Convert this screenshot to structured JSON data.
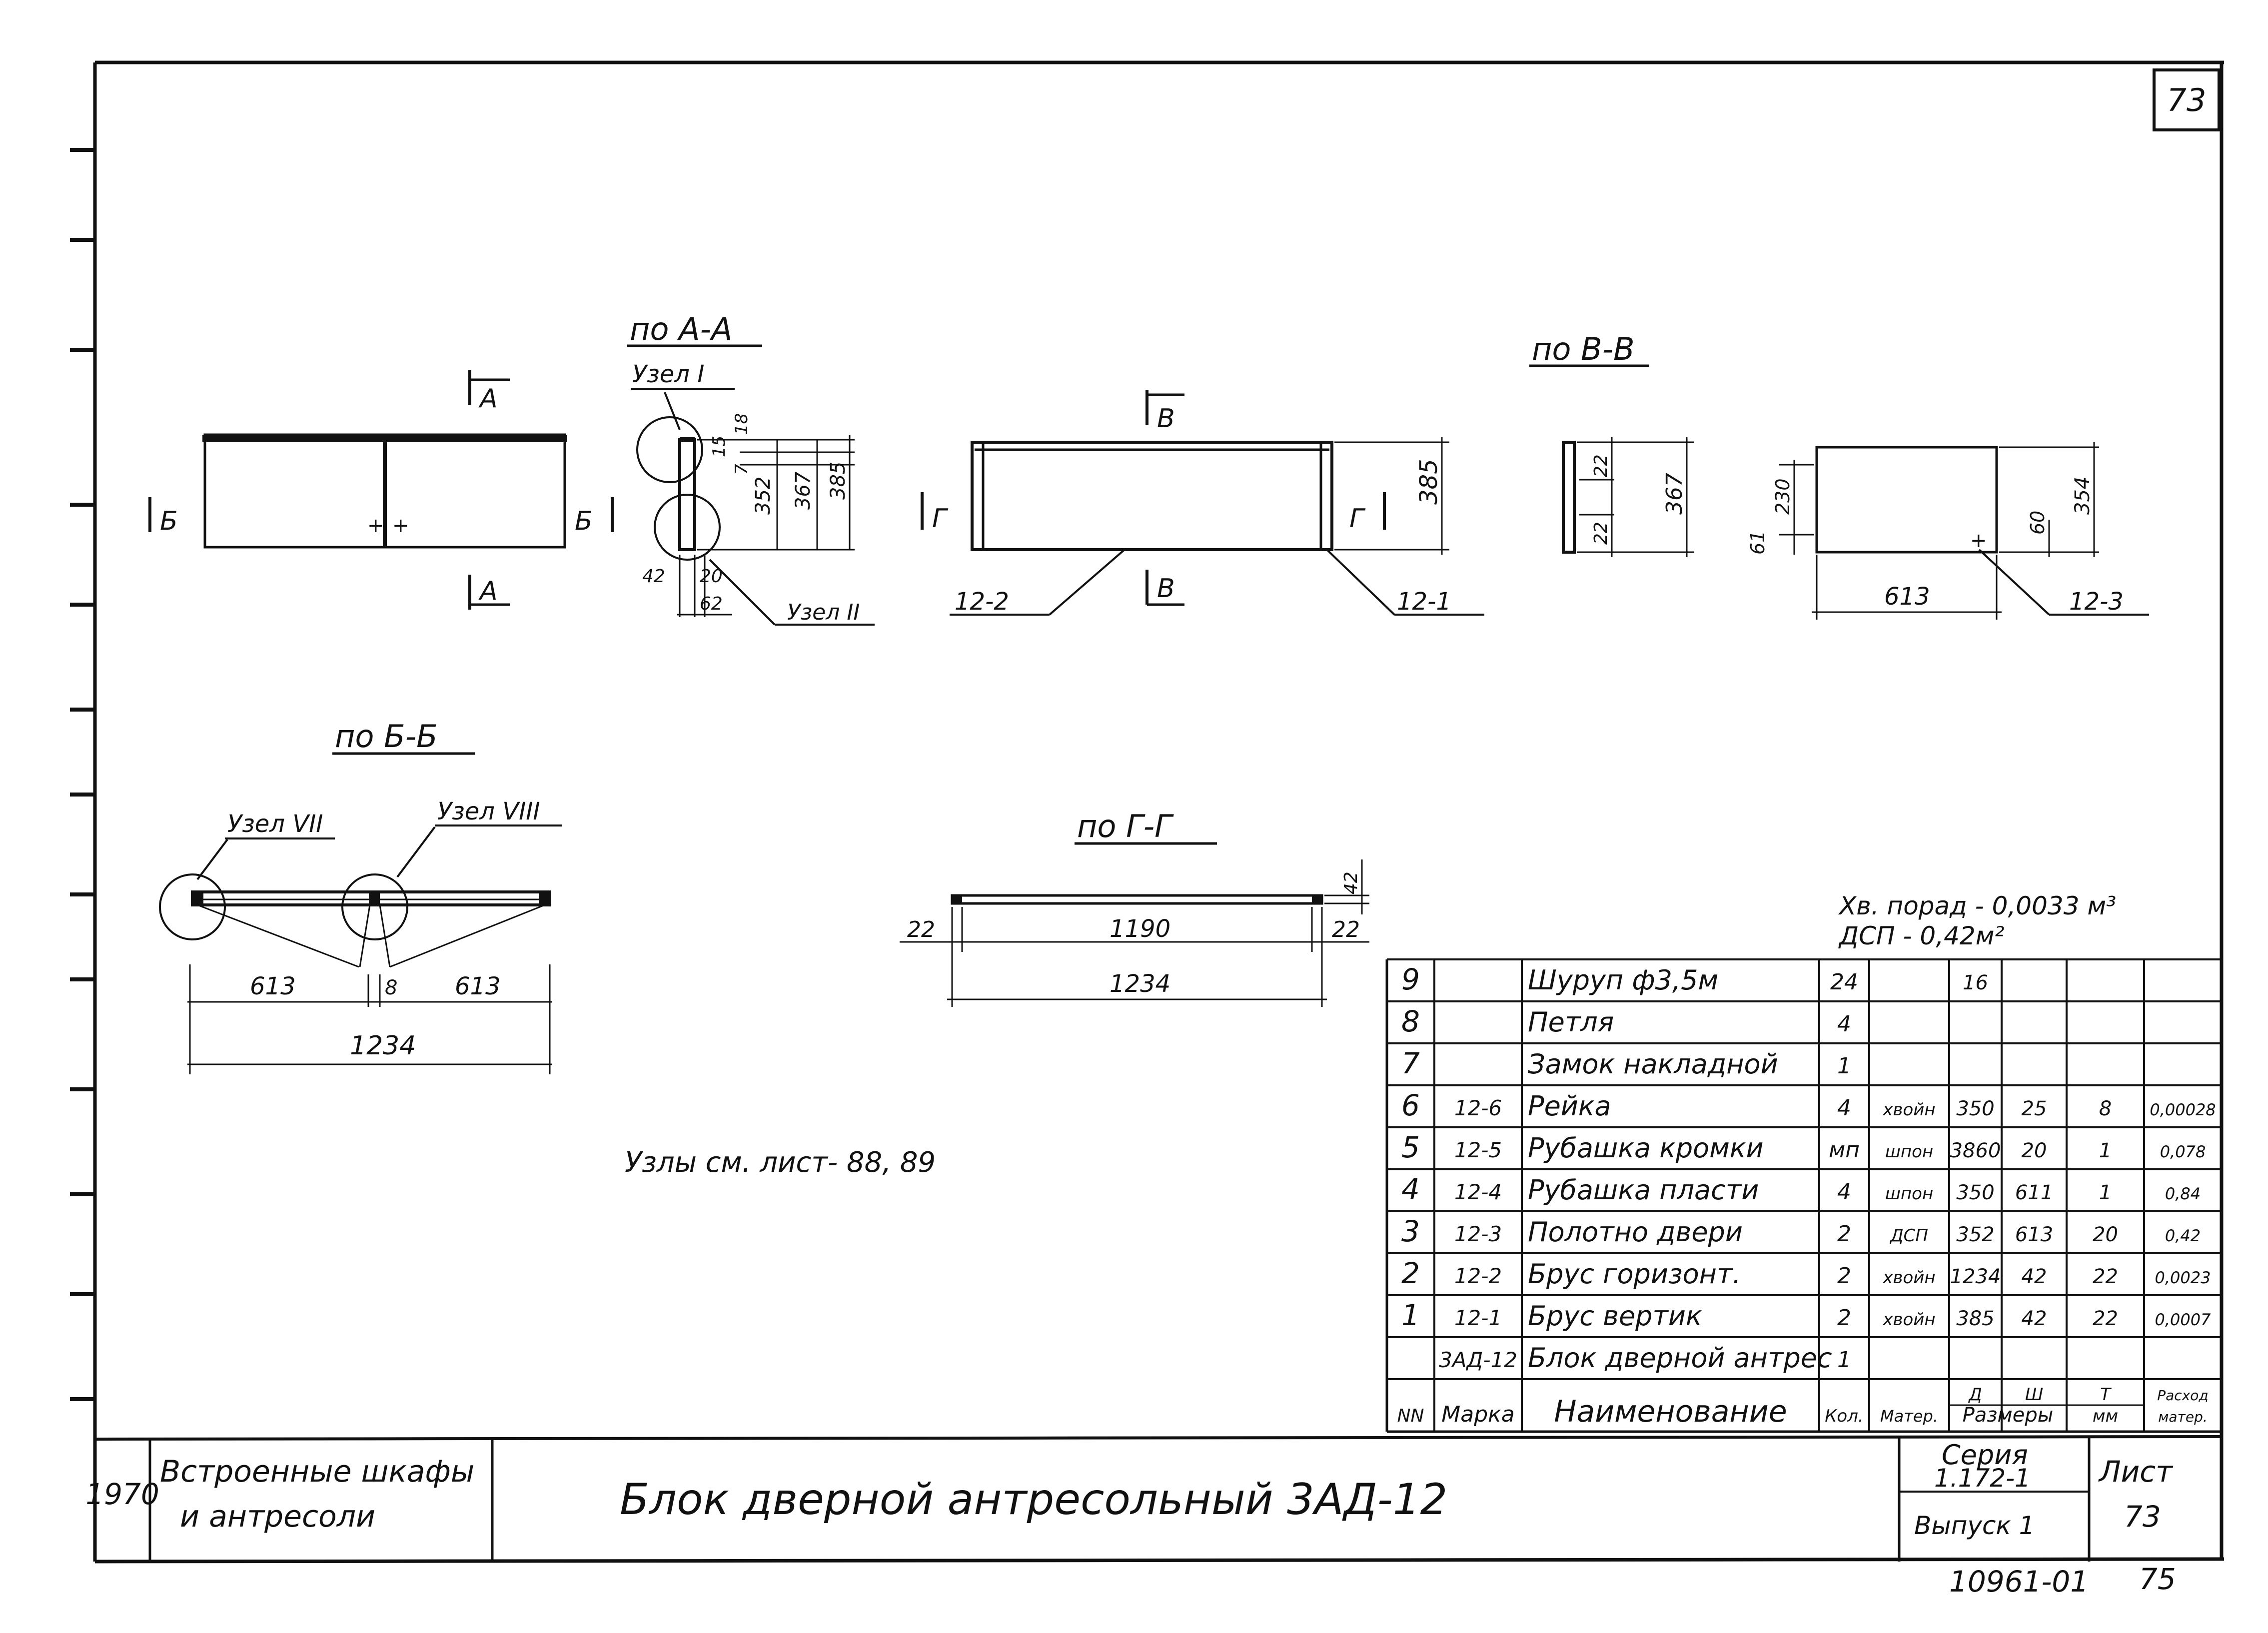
{
  "sheet_number_corner": "73",
  "views": {
    "aa_title": "по А-А",
    "bb_title": "по Б-Б",
    "vv_title": "по В-В",
    "gg_title": "по Г-Г",
    "front": {
      "sec_a_top": "А",
      "sec_a_bottom": "А",
      "sec_b_left": "Б",
      "sec_b_right": "Б"
    },
    "aa": {
      "node1": "Узел I",
      "node2": "Узел II",
      "d_15": "15",
      "d_18": "18",
      "d_7": "7",
      "d_352": "352",
      "d_367": "367",
      "d_385": "385",
      "d_42": "42",
      "d_20": "20",
      "d_62": "62"
    },
    "frame": {
      "sec_v_top": "В",
      "sec_v_bottom": "В",
      "sec_g_left": "Г",
      "sec_g_right": "Г",
      "d_385": "385",
      "part_left": "12-2",
      "part_right": "12-1"
    },
    "vv": {
      "d_22a": "22",
      "d_22b": "22",
      "d_367": "367"
    },
    "panel": {
      "d_61": "61",
      "d_230": "230",
      "d_60": "60",
      "d_354": "354",
      "d_613": "613",
      "part": "12-3"
    },
    "bb": {
      "node7": "Узел VII",
      "node8": "Узел VIII",
      "d_613a": "613",
      "d_8": "8",
      "d_613b": "613",
      "d_1234": "1234"
    },
    "gg": {
      "d_42": "42",
      "d_22a": "22",
      "d_1190": "1190",
      "d_22b": "22",
      "d_1234": "1234"
    }
  },
  "nodes_note": "Узлы см. лист- 88, 89",
  "materials_note": {
    "line1": "Хв. порад - 0,0033 м³",
    "line2": "ДСП - 0,42м²"
  },
  "spec_table": {
    "rows": [
      {
        "nn": "9",
        "mark": "",
        "name": "Шуруп ф3,5м",
        "qty": "24",
        "mat": "",
        "l": "16",
        "w": "",
        "t": "",
        "cons": ""
      },
      {
        "nn": "8",
        "mark": "",
        "name": "Петля",
        "qty": "4",
        "mat": "",
        "l": "",
        "w": "",
        "t": "",
        "cons": ""
      },
      {
        "nn": "7",
        "mark": "",
        "name": "Замок накладной",
        "qty": "1",
        "mat": "",
        "l": "",
        "w": "",
        "t": "",
        "cons": ""
      },
      {
        "nn": "6",
        "mark": "12-6",
        "name": "Рейка",
        "qty": "4",
        "mat": "хвойн",
        "l": "350",
        "w": "25",
        "t": "8",
        "cons": "0,00028"
      },
      {
        "nn": "5",
        "mark": "12-5",
        "name": "Рубашка кромки",
        "qty": "мп",
        "mat": "шпон",
        "l": "3860",
        "w": "20",
        "t": "1",
        "cons": "0,078"
      },
      {
        "nn": "4",
        "mark": "12-4",
        "name": "Рубашка пласти",
        "qty": "4",
        "mat": "шпон",
        "l": "350",
        "w": "611",
        "t": "1",
        "cons": "0,84"
      },
      {
        "nn": "3",
        "mark": "12-3",
        "name": "Полотно двери",
        "qty": "2",
        "mat": "ДСП",
        "l": "352",
        "w": "613",
        "t": "20",
        "cons": "0,42"
      },
      {
        "nn": "2",
        "mark": "12-2",
        "name": "Брус горизонт.",
        "qty": "2",
        "mat": "хвойн",
        "l": "1234",
        "w": "42",
        "t": "22",
        "cons": "0,0023"
      },
      {
        "nn": "1",
        "mark": "12-1",
        "name": "Брус вертик",
        "qty": "2",
        "mat": "хвойн",
        "l": "385",
        "w": "42",
        "t": "22",
        "cons": "0,0007"
      },
      {
        "nn": "",
        "mark": "3АД-12",
        "name": "Блок дверной антрес",
        "qty": "1",
        "mat": "",
        "l": "",
        "w": "",
        "t": "",
        "cons": ""
      }
    ],
    "header": {
      "nn": "NN",
      "mark": "Марка",
      "name": "Наименование",
      "qty": "Кол.",
      "mat": "Матер.",
      "l": "Д",
      "w": "Ш",
      "t": "Т",
      "sizes": "Размеры",
      "mm": "мм",
      "cons1": "Расход",
      "cons2": "матер."
    }
  },
  "title_block": {
    "year": "1970",
    "section1": "Встроенные шкафы",
    "section2": "и антресоли",
    "title": "Блок дверной антресольный 3АД-12",
    "series_label": "Серия",
    "series_value": "1.172-1",
    "issue": "Выпуск 1",
    "sheet_label": "Лист",
    "sheet_value": "73"
  },
  "archive_number": "10961-01",
  "page_number": "75"
}
